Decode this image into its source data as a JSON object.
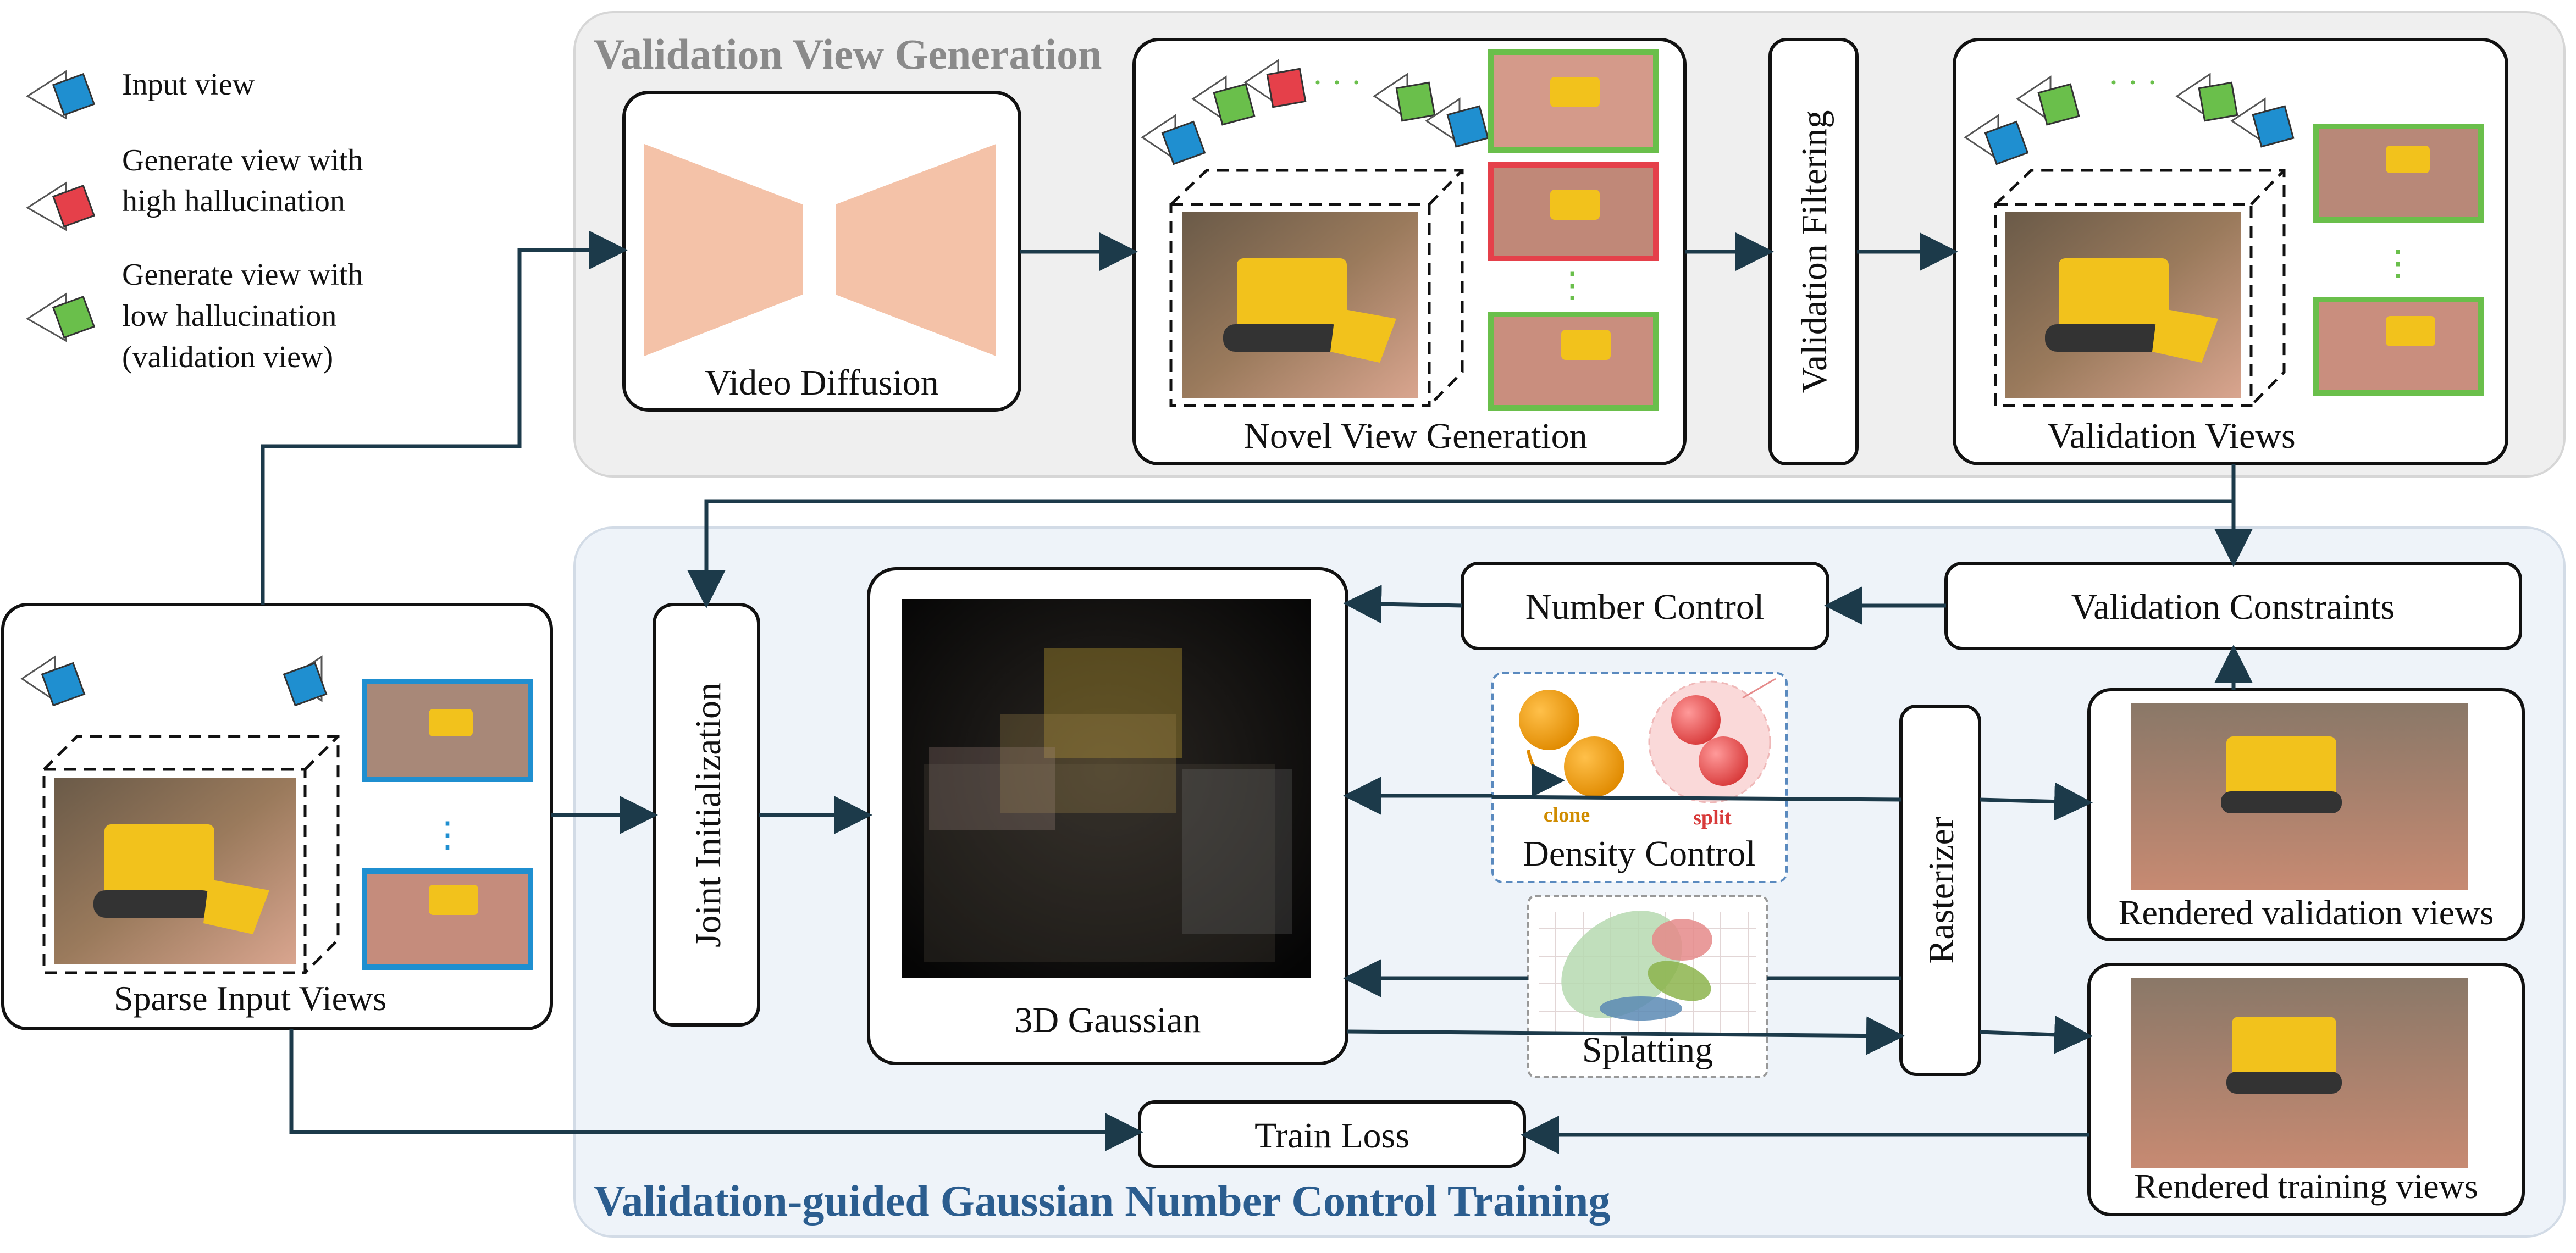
{
  "legend": {
    "input_view": "Input view",
    "high_line1": "Generate view with",
    "high_line2": "high hallucination",
    "low_line1": "Generate view with",
    "low_line2": "low hallucination",
    "low_line3": "(validation view)"
  },
  "top_panel": {
    "title": "Validation View Generation",
    "video_diffusion": "Video Diffusion",
    "novel_view_generation": "Novel View Generation",
    "validation_filtering": "Validation Filtering",
    "validation_views": "Validation Views",
    "ellipsis": "· · ·",
    "vdots": "⋮"
  },
  "bottom_panel": {
    "title": "Validation-guided Gaussian Number Control Training",
    "sparse_input_views": "Sparse Input Views",
    "joint_initialization": "Joint Initialization",
    "gaussian_3d": "3D Gaussian",
    "number_control": "Number Control",
    "validation_constraints": "Validation Constraints",
    "density_control": "Density Control",
    "clone": "clone",
    "split": "split",
    "splatting": "Splatting",
    "rasterizer": "Rasterizer",
    "rendered_validation_views": "Rendered validation views",
    "rendered_training_views": "Rendered training views",
    "train_loss": "Train Loss"
  },
  "colors": {
    "input_cam": "#1f8fd0",
    "high_cam": "#e5404a",
    "low_cam": "#6abf4b",
    "arrow": "#1c3a4a",
    "top_panel_bg": "#efefef",
    "bottom_panel_bg": "#eef3f9",
    "top_title": "#8a8a8a",
    "bottom_title": "#2b5d8f",
    "diffusion": "#f4c2a8"
  }
}
